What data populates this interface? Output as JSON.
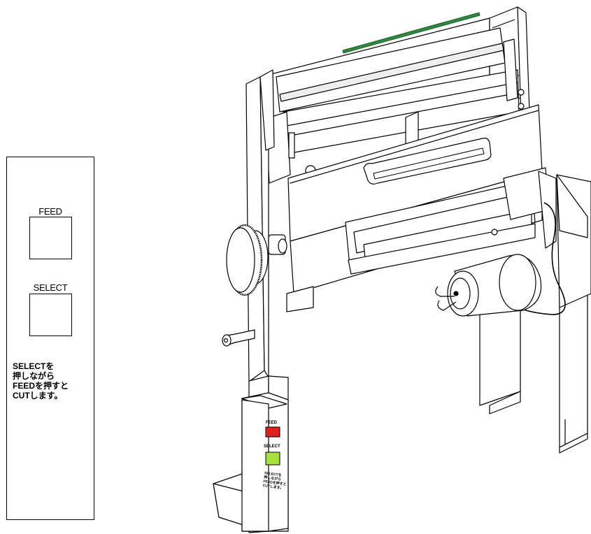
{
  "panel": {
    "feed_label": "FEED",
    "select_label": "SELECT",
    "note_lines": [
      "SELECTを",
      "押しながら",
      "FEEDを押すと",
      "CUTします。"
    ]
  },
  "mini_panel": {
    "feed_label": "FEED",
    "select_label": "SELECT",
    "note_lines": [
      "SELECTを",
      "押しながら",
      "FEEDを押すと",
      "CUTします。"
    ]
  },
  "colors": {
    "feed_button": "#e02020",
    "select_button": "#a8e040",
    "top_strip": "#2e8b3e"
  }
}
